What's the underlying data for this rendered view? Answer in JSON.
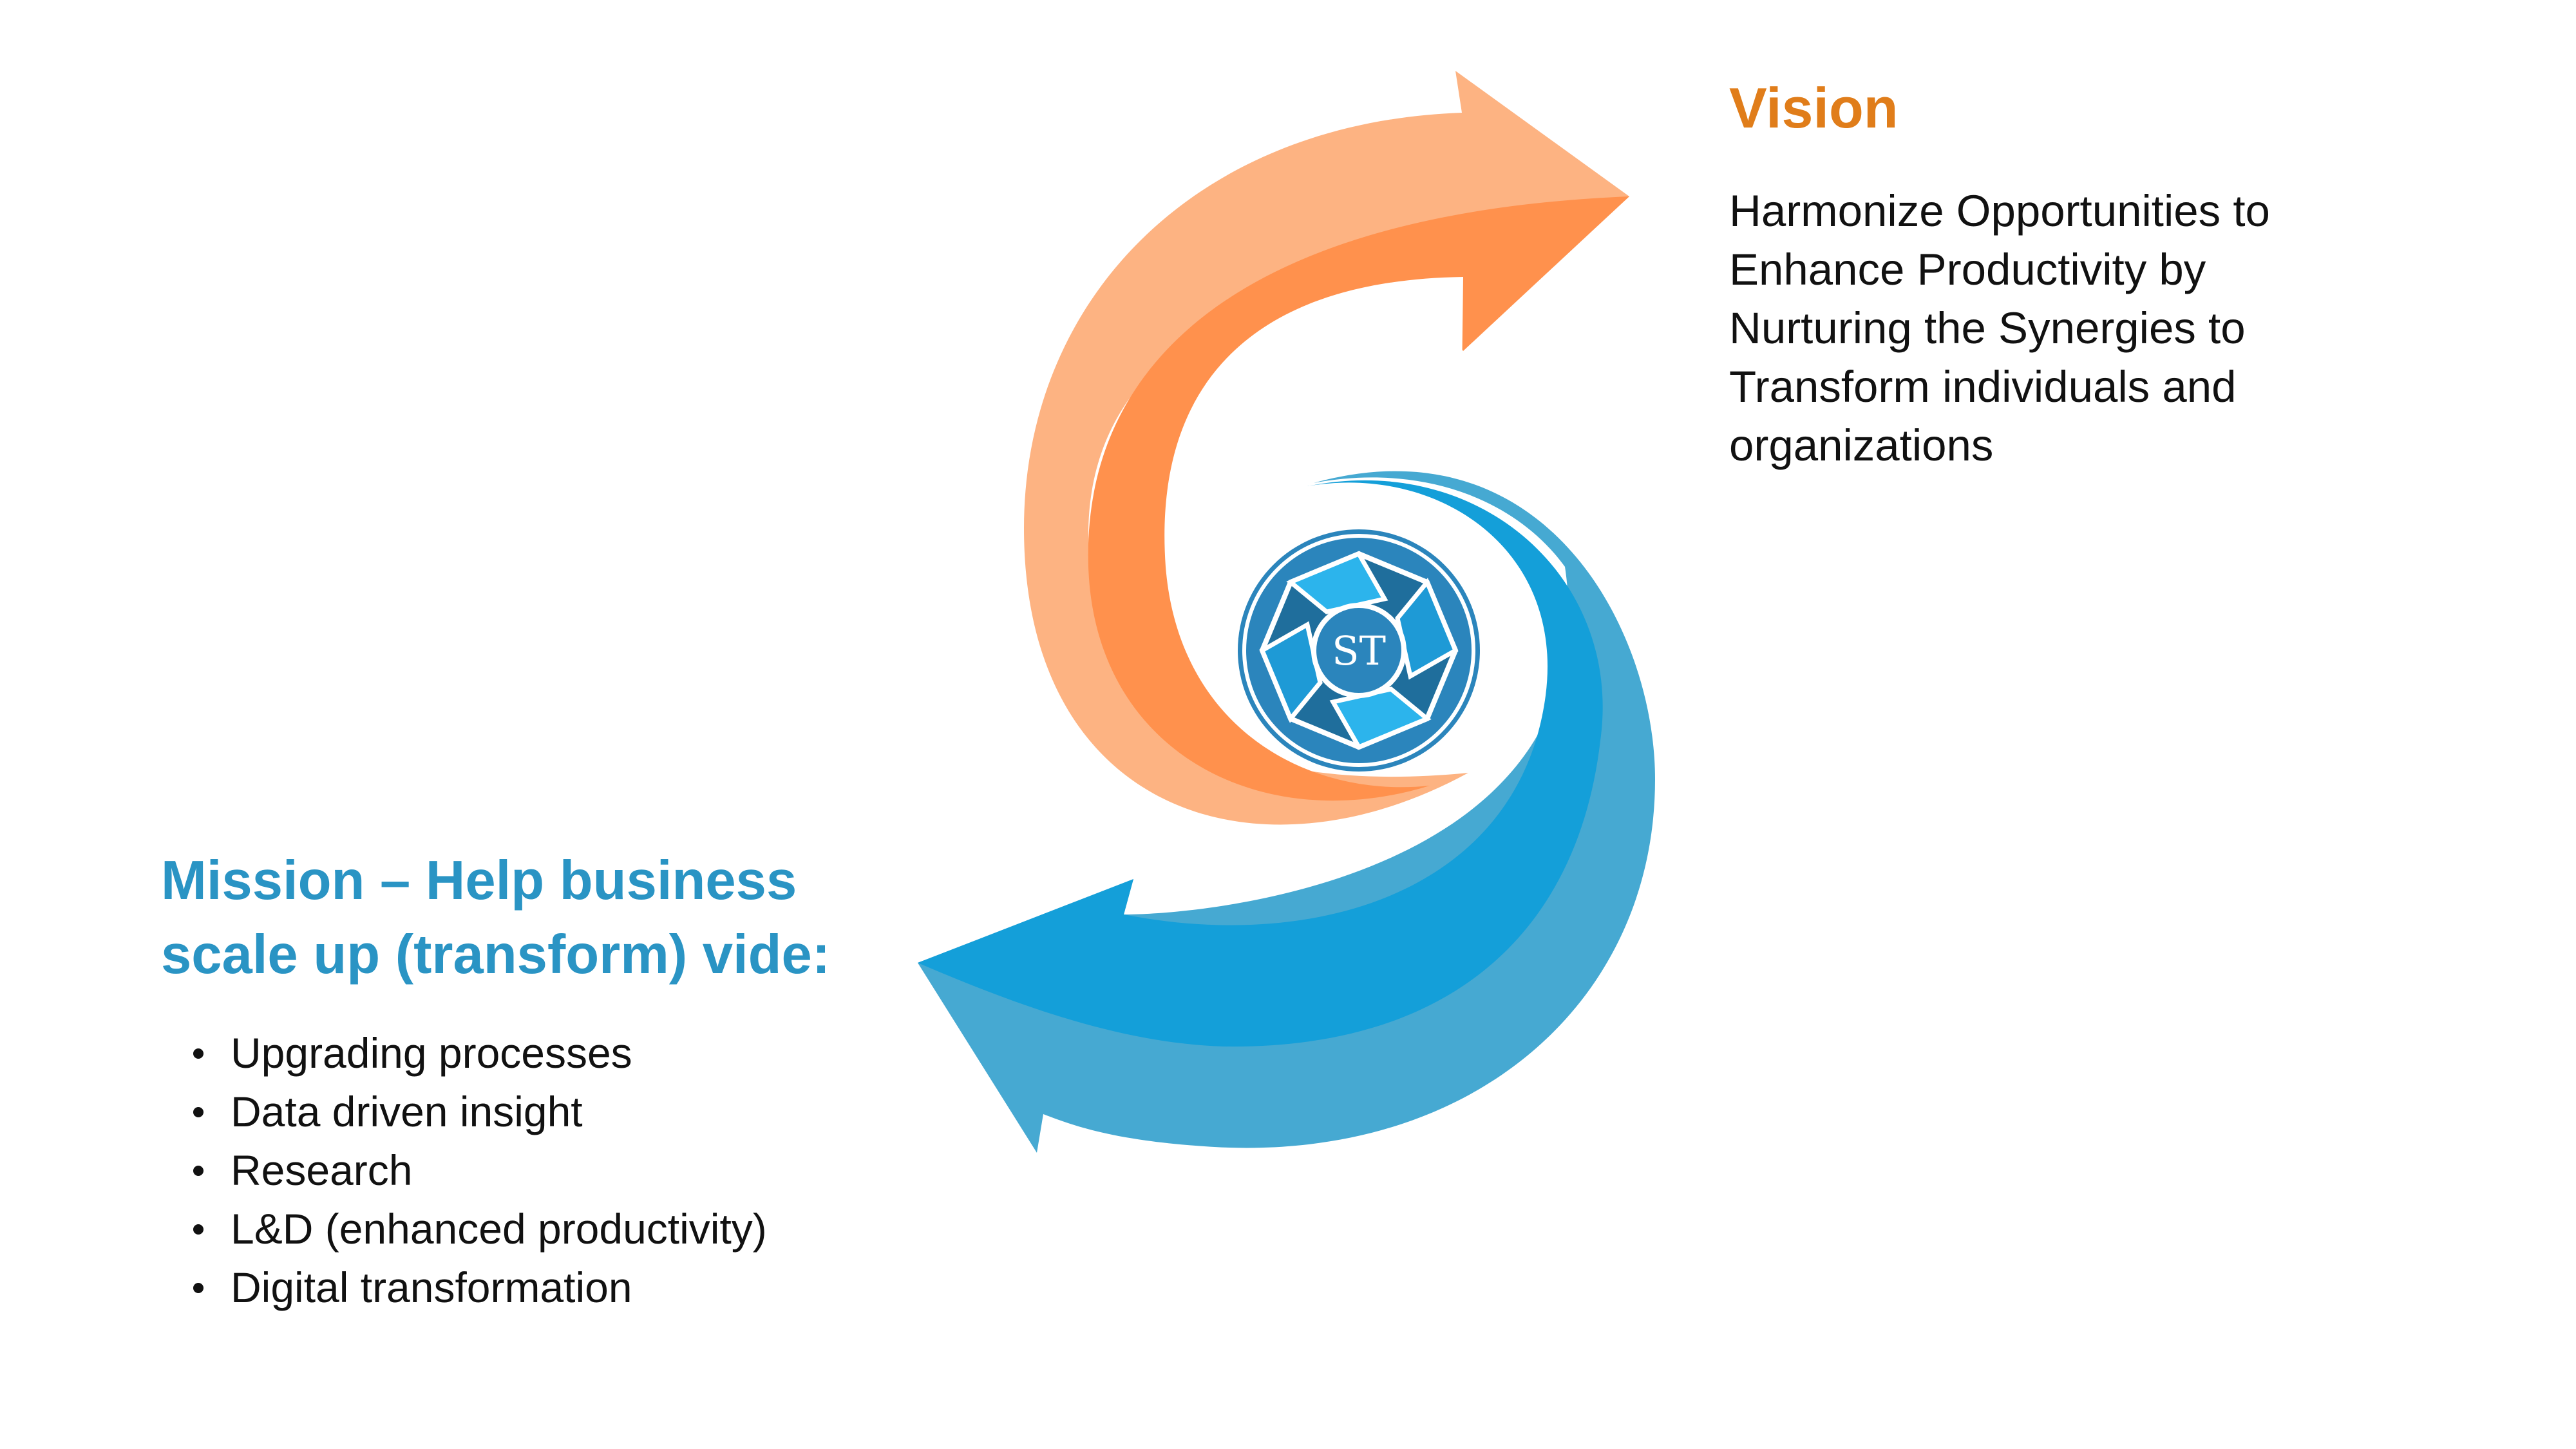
{
  "vision": {
    "title": "Vision",
    "text": "Harmonize Opportunities to Enhance Productivity by Nurturing the Synergies to Transform individuals and organizations"
  },
  "mission": {
    "title": "Mission – Help business scale up (transform) vide:",
    "items": [
      "Upgrading processes",
      "Data driven insight",
      "Research",
      "L&D (enhanced productivity)",
      "Digital transformation"
    ]
  },
  "logo": {
    "text": "ST"
  },
  "colors": {
    "vision_accent": "#E07D1A",
    "mission_accent": "#2A94C4",
    "orange_arrow_light": "#FDB382",
    "orange_arrow_dark": "#FF914D",
    "blue_arrow_dark": "#149FD9",
    "blue_arrow_light": "#46A9D2",
    "logo_blue": "#2B85BC"
  },
  "icons": {
    "orange_arrow": "curved-arrow-up-right",
    "blue_arrow": "curved-arrow-down-left",
    "logo": "octagon-swirl-logo"
  }
}
